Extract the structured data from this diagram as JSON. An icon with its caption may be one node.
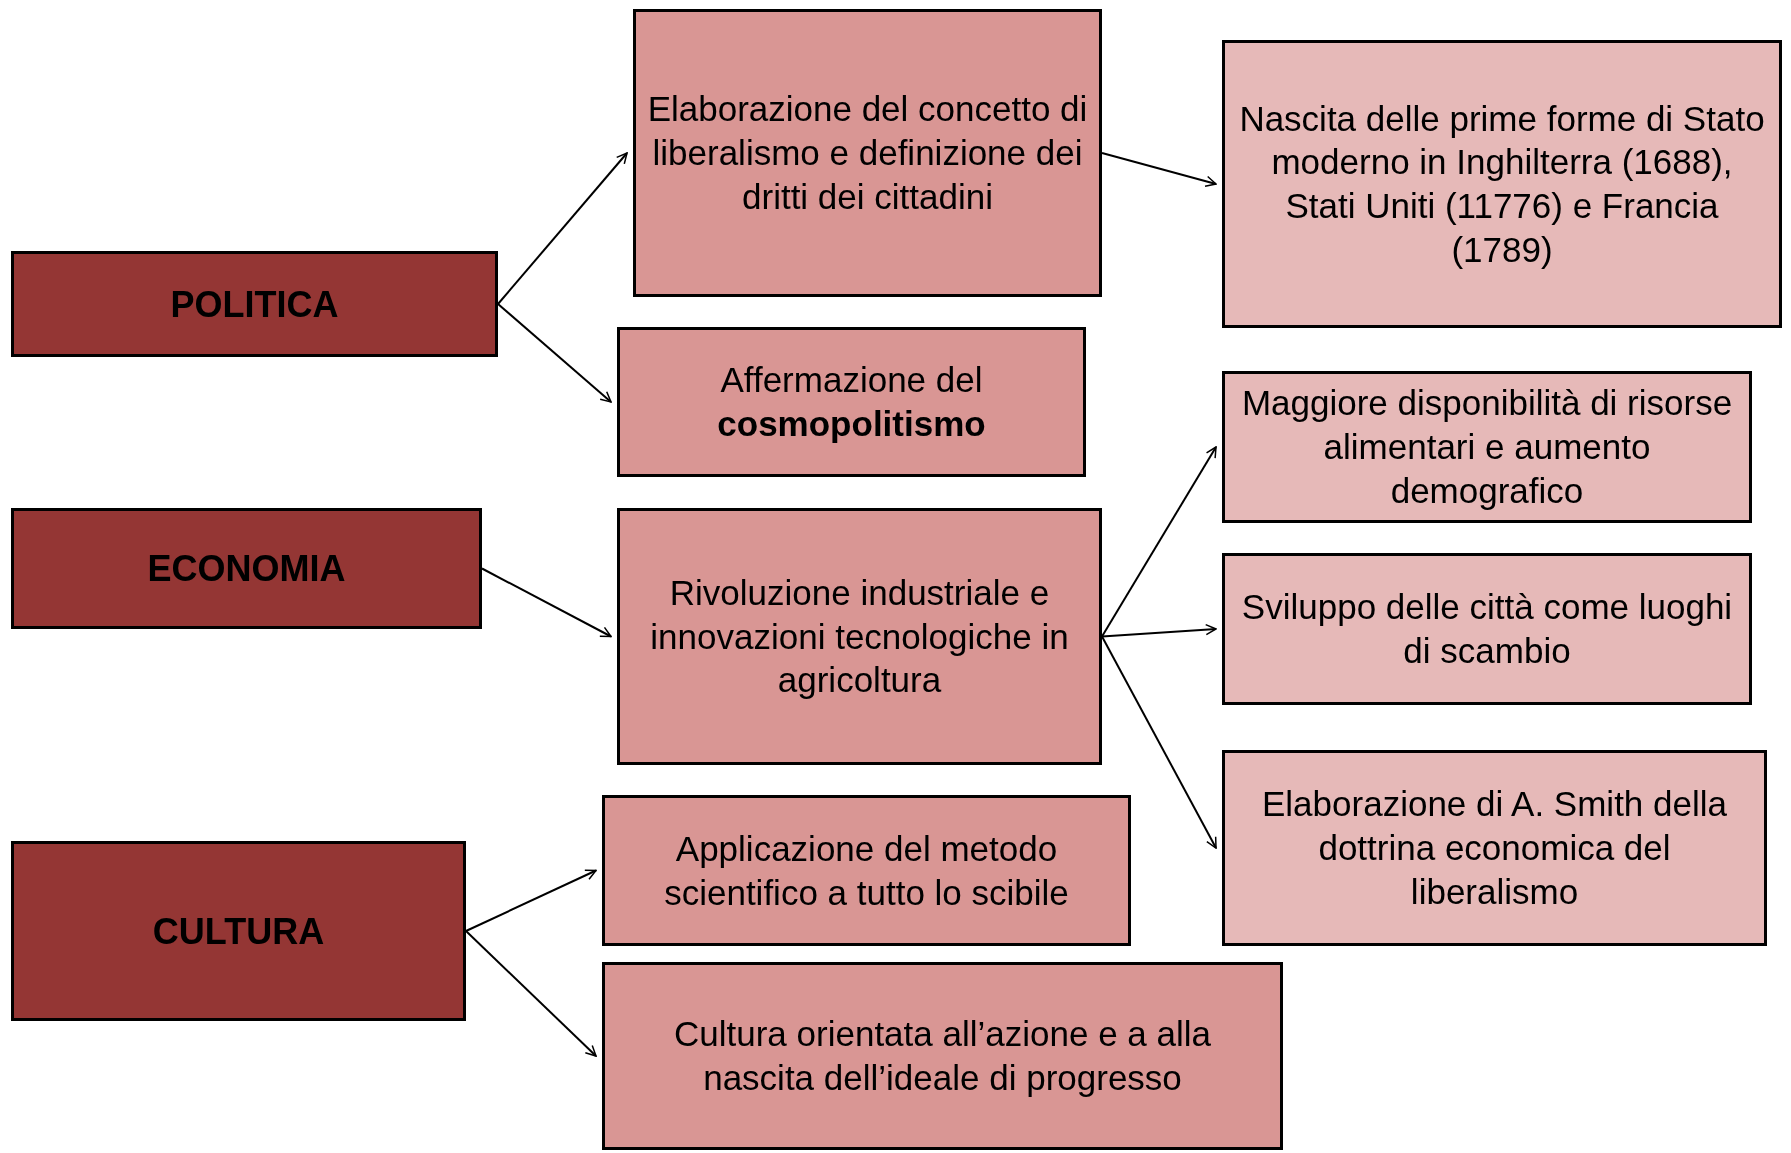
{
  "diagram": {
    "nodes": [
      {
        "text": [
          "POLITICA"
        ]
      },
      {
        "text": [
          "Elaborazione del concetto di liberalismo e definizione dei dritti dei cittadini"
        ]
      },
      {
        "text": [
          "Nascita  delle prime forme di Stato moderno in Inghilterra (1688), Stati Uniti (11776) e Francia (1789)"
        ]
      },
      {
        "text": [
          "Affermazione del **cosmopolitismo**"
        ]
      },
      {
        "text": [
          "ECONOMIA"
        ]
      },
      {
        "text": [
          "Rivoluzione industriale e innovazioni tecnologiche in agricoltura"
        ]
      },
      {
        "text": [
          "Maggiore disponibilità di risorse alimentari e aumento demografico"
        ]
      },
      {
        "text": [
          "Sviluppo delle città come luoghi di scambio"
        ]
      },
      {
        "text": [
          "Elaborazione di A. Smith della dottrina economica del liberalismo"
        ]
      },
      {
        "text": [
          "CULTURA"
        ]
      },
      {
        "text": [
          "Applicazione del metodo scientifico a tutto lo scibile"
        ]
      },
      {
        "text": [
          "Cultura orientata all’azione e a alla nascita dell’ideale di progresso"
        ]
      }
    ],
    "edges": [
      {
        "from": 0,
        "to": 1,
        "arrow": "to"
      },
      {
        "from": 1,
        "to": 2,
        "arrow": "to"
      },
      {
        "from": 0,
        "to": 3,
        "arrow": "to"
      },
      {
        "from": 4,
        "to": 5,
        "arrow": "to"
      },
      {
        "from": 5,
        "to": 6,
        "arrow": "to"
      },
      {
        "from": 5,
        "to": 7,
        "arrow": "to"
      },
      {
        "from": 5,
        "to": 8,
        "arrow": "to"
      },
      {
        "from": 9,
        "to": 10,
        "arrow": "to"
      },
      {
        "from": 9,
        "to": 11,
        "arrow": "to"
      }
    ]
  }
}
